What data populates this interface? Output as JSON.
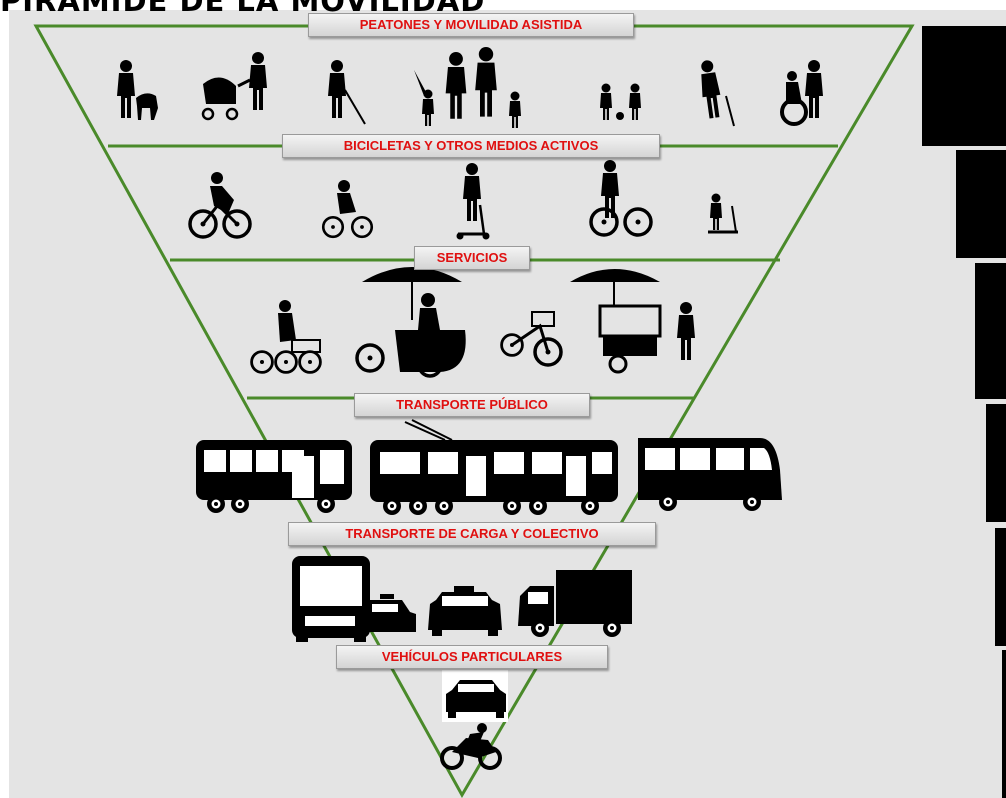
{
  "title": "PIRÁMIDE DE LA MOVILIDAD",
  "tiers": [
    {
      "label": "PEATONES Y MOVILIDAD ASISTIDA"
    },
    {
      "label": "BICICLETAS Y OTROS MEDIOS ACTIVOS"
    },
    {
      "label": "SERVICIOS"
    },
    {
      "label": "TRANSPORTE PÚBLICO"
    },
    {
      "label": "TRANSPORTE DE CARGA Y COLECTIVO"
    },
    {
      "label": "VEHÍCULOS PARTICULARES"
    }
  ],
  "colors": {
    "pyramid_line": "#4a8a2a",
    "label_text": "#e01010",
    "background": "#e4e4e4"
  },
  "icons": {
    "tier1": [
      "person-with-dog-icon",
      "person-with-stroller-icon",
      "blind-person-with-cane-icon",
      "family-icon",
      "children-playing-ball-icon",
      "elderly-person-with-cane-icon",
      "wheelchair-with-caregiver-icon"
    ],
    "tier2": [
      "cyclist-icon",
      "child-cyclist-icon",
      "kick-scooter-rider-icon",
      "person-with-bicycle-icon",
      "child-on-scooter-icon"
    ],
    "tier3": [
      "cargo-tricycle-icon",
      "vendor-cart-tricycle-icon",
      "delivery-tricycle-icon",
      "street-vendor-cart-icon"
    ],
    "tier4": [
      "bus-icon",
      "trolleybus-icon",
      "minibus-icon"
    ],
    "tier5": [
      "coach-bus-icon",
      "taxi-icon",
      "taxi-front-icon",
      "cargo-truck-icon"
    ],
    "tier6": [
      "car-icon",
      "motorcycle-icon"
    ]
  }
}
